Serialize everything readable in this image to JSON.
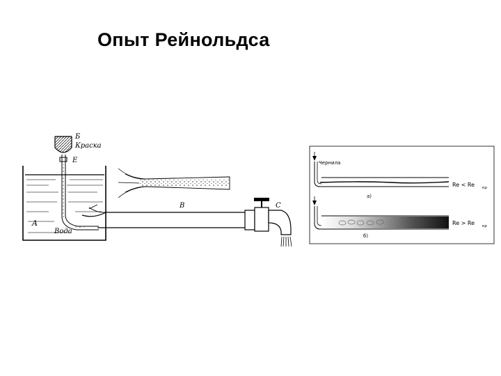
{
  "slide": {
    "title": "Опыт Рейнольдса"
  },
  "left_diagram": {
    "labels": {
      "vessel": "A",
      "water": "Вода",
      "dye_vessel": "Б",
      "dye": "Краска",
      "valve": "E",
      "pipe": "B",
      "tap": "C"
    }
  },
  "right_diagram": {
    "labels": {
      "ink": "Чернила",
      "laminar_case": "a)",
      "turbulent_case": "б)",
      "laminar_condition": "Re < Re",
      "turbulent_condition": "Re > Re",
      "critical_subscript": "кр"
    }
  }
}
